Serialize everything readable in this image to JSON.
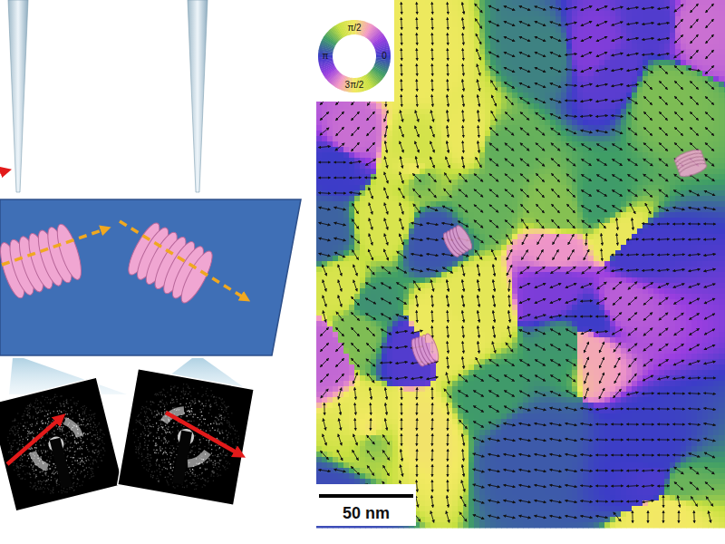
{
  "diagram": {
    "labels": [
      "π/2",
      "0",
      "π",
      "3π/2",
      "50 nm"
    ]
  }
}
